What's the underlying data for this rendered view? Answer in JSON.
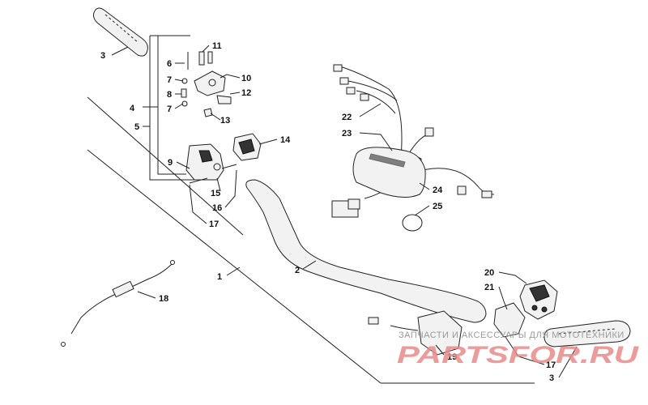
{
  "callouts": {
    "c1": "1",
    "c2": "2",
    "c3a": "3",
    "c3b": "3",
    "c4": "4",
    "c5": "5",
    "c6": "6",
    "c7a": "7",
    "c7b": "7",
    "c8": "8",
    "c9": "9",
    "c10": "10",
    "c11": "11",
    "c12": "12",
    "c13": "13",
    "c14": "14",
    "c15": "15",
    "c16": "16",
    "c17a": "17",
    "c17b": "17",
    "c18": "18",
    "c19": "19",
    "c20": "20",
    "c21": "21",
    "c22": "22",
    "c23": "23",
    "c24": "24",
    "c25": "25"
  },
  "watermark": {
    "tagline": "ЗАПЧАСТИ И АКСЕССУАРЫ ДЛЯ МОТОТЕХНИКИ",
    "logo": "PARTSFOR.RU"
  },
  "colors": {
    "line": "#222222",
    "watermark_logo": "#e98a8a",
    "watermark_text": "#9a9a9a"
  }
}
